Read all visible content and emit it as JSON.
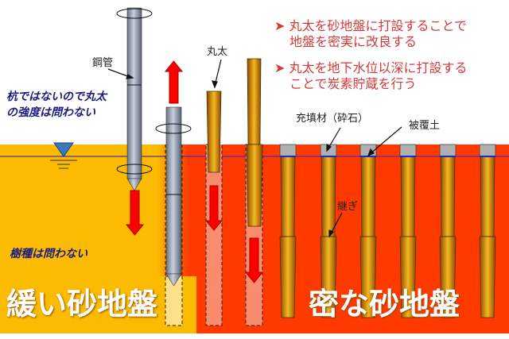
{
  "bullets": [
    {
      "marker": "➤",
      "line1": "丸太を砂地盤に打設することで",
      "line2": "地盤を密実に改良する"
    },
    {
      "marker": "➤",
      "line1": "丸太を地下水位以深に打設する",
      "line2": "ことで炭素貯蔵を行う"
    }
  ],
  "labels": {
    "steel_pipe": "鋼管",
    "log": "丸太",
    "filler": "充填材（砕石）",
    "cover_soil": "被覆土",
    "joint": "継ぎ"
  },
  "notes": {
    "strength_line1": "杭ではないので丸太",
    "strength_line2": "の強度は問わない",
    "species": "樹種は問わない"
  },
  "ground": {
    "loose": "緩い砂地盤",
    "dense": "密な砂地盤"
  },
  "colors": {
    "loose_sand": "#fbbb00",
    "dense_sand": "#ff3a00",
    "arrow": "#ff0000",
    "text_red": "#d23a3a",
    "note_blue": "#1c1c80"
  }
}
